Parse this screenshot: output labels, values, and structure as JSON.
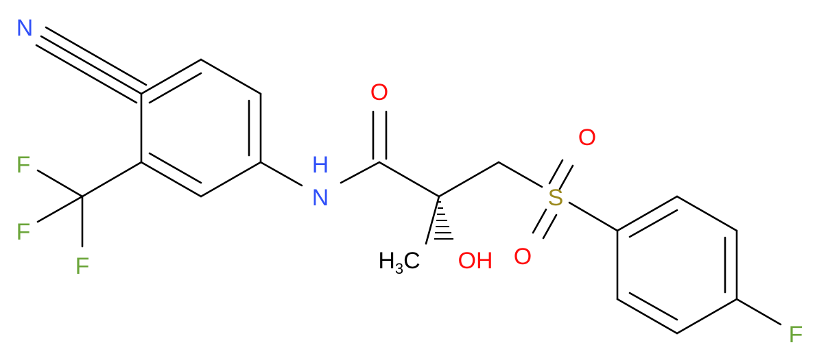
{
  "molecule": {
    "atoms": {
      "nitrile_n": "N",
      "amide_n": "N",
      "amide_h": "H",
      "carbonyl_o": "O",
      "hydroxyl": "OH",
      "methyl_h": "H",
      "methyl_sub": "3",
      "methyl_c": "C",
      "sulfur": "S",
      "sulfonyl_o_top": "O",
      "sulfonyl_o_bottom": "O",
      "cf3_f1": "F",
      "cf3_f2": "F",
      "cf3_f3": "F",
      "aryl_f": "F"
    },
    "colors": {
      "carbon_bonds": "#000000",
      "nitrogen": "#3050F8",
      "oxygen": "#FF0D0D",
      "sulfur": "#9C8A1E",
      "fluorine": "#6BA53A",
      "text_dark": "#000000"
    }
  }
}
